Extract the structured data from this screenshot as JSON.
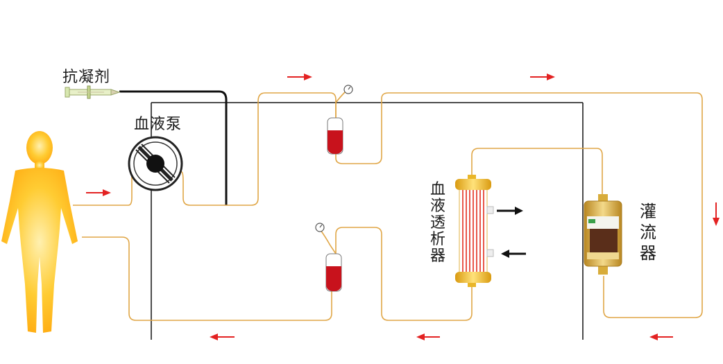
{
  "labels": {
    "anticoagulant": "抗凝剂",
    "blood_pump": "血液泵",
    "dialyzer_chars": [
      "血",
      "液",
      "透",
      "析",
      "器"
    ],
    "perfusion_chars": [
      "灌",
      "流",
      "器"
    ]
  },
  "colors": {
    "tube": "#e0a646",
    "frame": "#111111",
    "flow_arrow": "#e32222",
    "dialysate_arrow": "#111111",
    "blood": "#c8121c",
    "body": "#ffb417",
    "dialyzer_cap": "#f2c229",
    "dialyzer_fibers": "#e8574a",
    "perfusion_body": "#e7c25a"
  },
  "icons": [
    "human-body-icon",
    "syringe-icon",
    "pump-icon",
    "pressure-gauge-icon",
    "drip-chamber-icon",
    "dialyzer-icon",
    "perfusion-cartridge-icon"
  ]
}
